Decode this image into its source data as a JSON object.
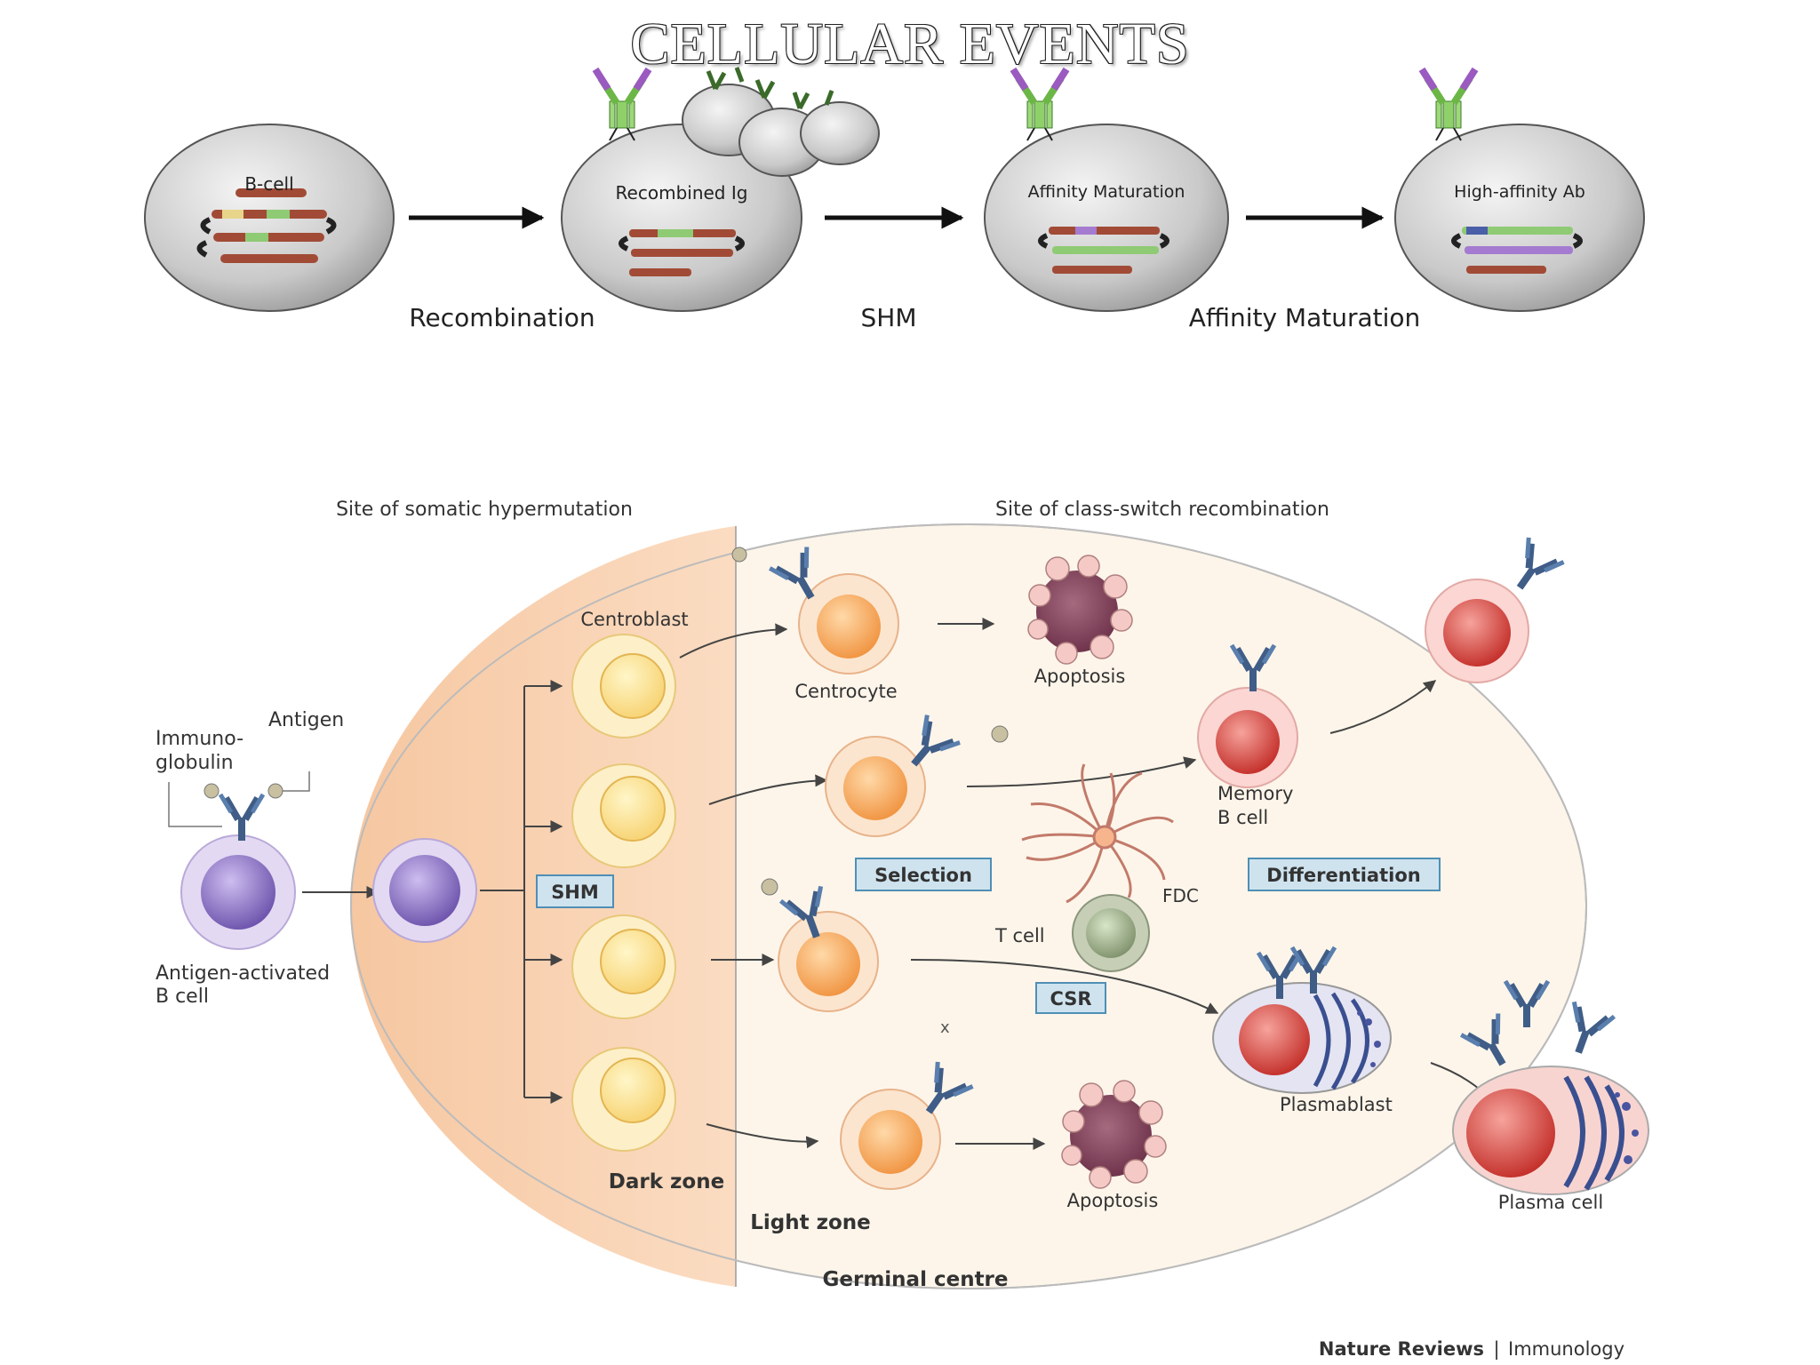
{
  "title": "CELLULAR EVENTS",
  "top": {
    "cells": [
      "B-cell",
      "Recombined Ig",
      "Affinity Maturation",
      "High-affinity Ab"
    ],
    "captions": [
      "Recombination",
      "SHM",
      "Affinity Maturation"
    ]
  },
  "gc": {
    "site_shm": "Site of somatic hypermutation",
    "site_csr": "Site of class-switch recombination",
    "immuno": "Immuno-",
    "globulin": "globulin",
    "antigen": "Antigen",
    "activated_1": "Antigen-activated",
    "activated_2": "B cell",
    "centroblast": "Centroblast",
    "centrocyte": "Centrocyte",
    "apoptosis": "Apoptosis",
    "shm_box": "SHM",
    "selection_box": "Selection",
    "csr_box": "CSR",
    "differentiation_box": "Differentiation",
    "fdc": "FDC",
    "tcell": "T cell",
    "memory_1": "Memory",
    "memory_2": "B cell",
    "plasmablast": "Plasmablast",
    "plasma_cell": "Plasma cell",
    "dark_zone": "Dark zone",
    "light_zone": "Light zone",
    "germinal_centre": "Germinal centre",
    "credit_a": "Nature Reviews",
    "credit_sep": "|",
    "credit_b": "Immunology"
  },
  "colors": {
    "box_fill": "#cfe3ef",
    "box_stroke": "#4f8fb5",
    "antibody": "#3f5d86",
    "orange_cell": "#f3a860",
    "yellow_cell": "#fde9a0",
    "purple_cell": "#8e74c7",
    "red_cell": "#dc4a44"
  }
}
